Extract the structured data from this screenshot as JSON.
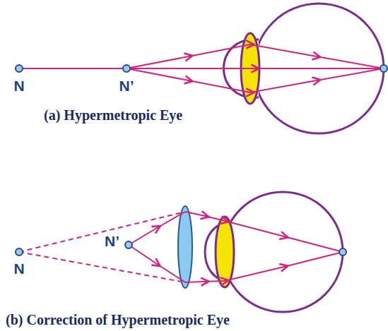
{
  "diagram": {
    "labels": [
      "N",
      "N’",
      "(a) Hypermetropic Eye",
      "N’",
      "N",
      "(b) Correction of Hypermetropic Eye"
    ]
  }
}
